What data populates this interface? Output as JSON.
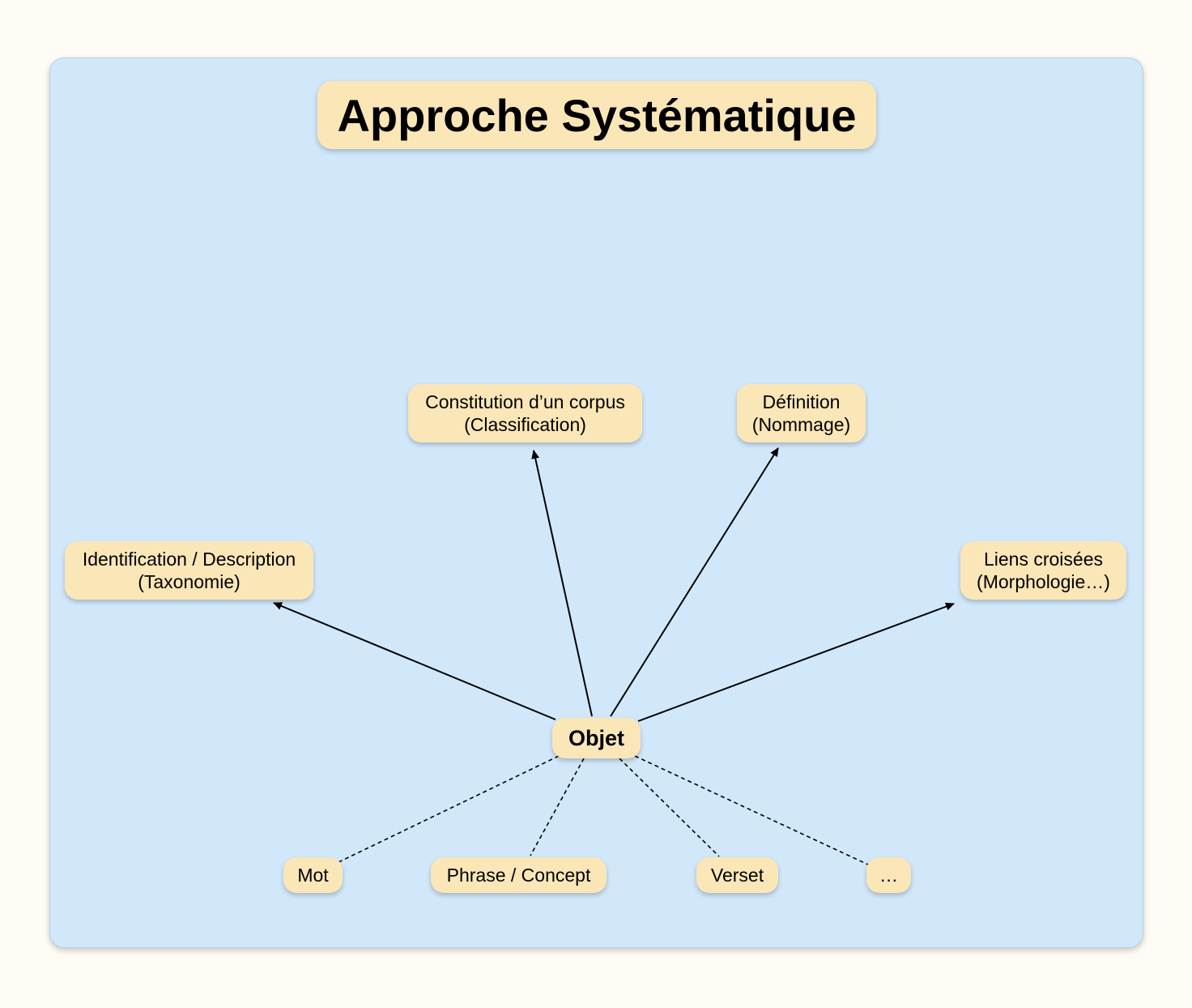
{
  "title": "Approche Systématique",
  "center": {
    "label": "Objet"
  },
  "outcomes": [
    {
      "line1": "Identification / Description",
      "line2": "(Taxonomie)"
    },
    {
      "line1": "Constitution d’un corpus",
      "line2": "(Classification)"
    },
    {
      "line1": "Définition",
      "line2": "(Nommage)"
    },
    {
      "line1": "Liens croisées",
      "line2": "(Morphologie…)"
    }
  ],
  "instances": [
    {
      "label": "Mot"
    },
    {
      "label": "Phrase / Concept"
    },
    {
      "label": "Verset"
    },
    {
      "label": "…"
    }
  ],
  "colors": {
    "background": "#fffcf5",
    "panel": "#d1e8fa",
    "node": "#fbe6b8",
    "edge": "#000000"
  },
  "edge_styles": {
    "outcome_edges": "solid-arrow",
    "instance_edges": "dashed"
  }
}
